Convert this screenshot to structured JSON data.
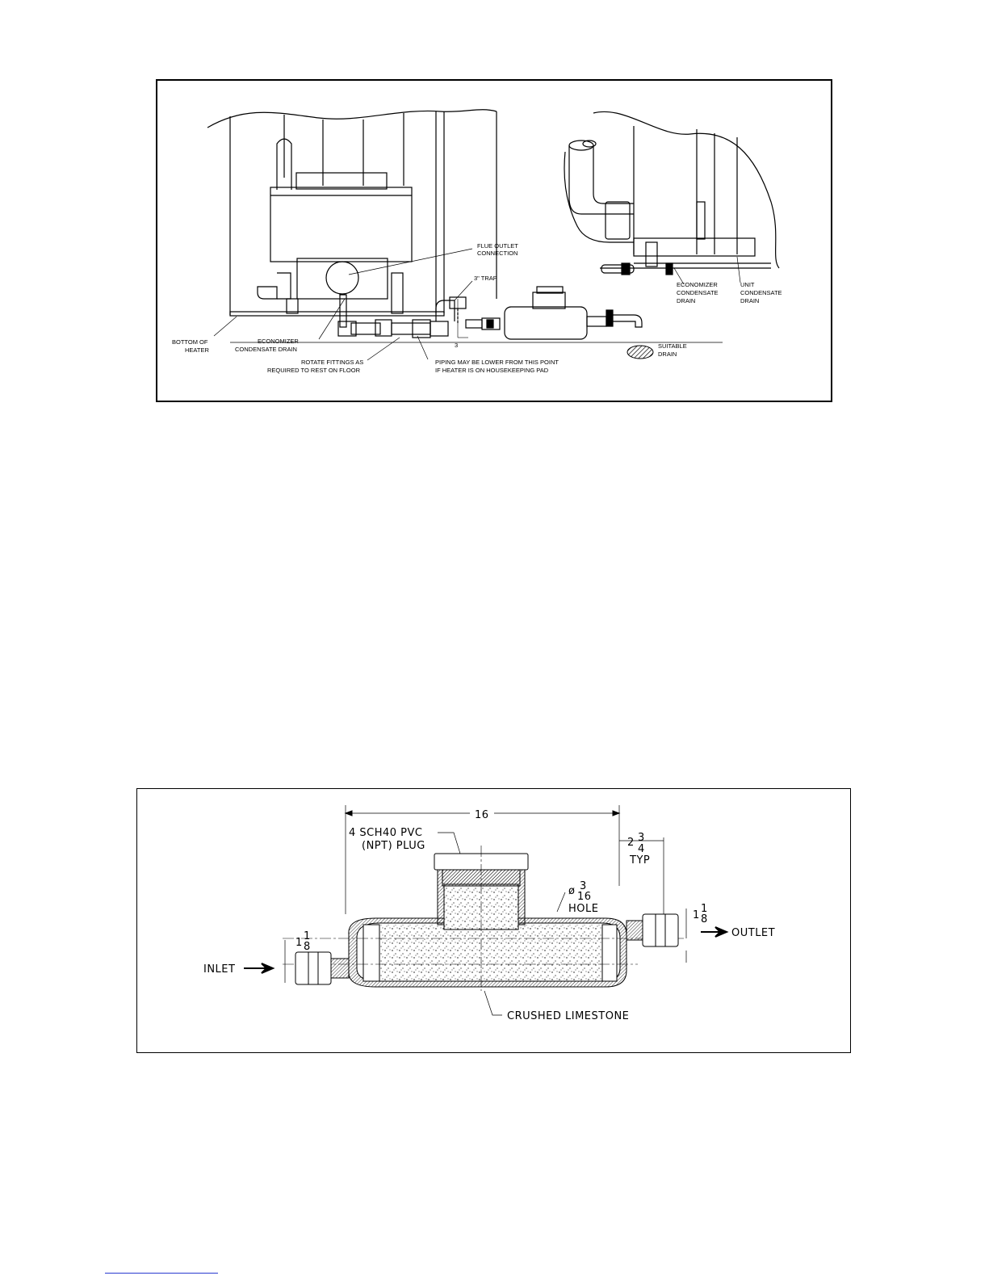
{
  "top_figure": {
    "labels": {
      "flue_outlet_1": "FLUE OUTLET",
      "flue_outlet_2": "CONNECTION",
      "trap": "3\" TRAP",
      "bottom_heater_1": "BOTTOM OF",
      "bottom_heater_2": "HEATER",
      "econ_drain_left_1": "ECONOMIZER",
      "econ_drain_left_2": "CONDENSATE DRAIN",
      "rotate_1": "ROTATE FITTINGS AS",
      "rotate_2": "REQUIRED TO REST ON FLOOR",
      "piping_1": "PIPING MAY BE LOWER FROM THIS POINT",
      "piping_2": "IF HEATER IS ON HOUSEKEEPING PAD",
      "dim_3": "3",
      "suitable_drain_1": "SUITABLE",
      "suitable_drain_2": "DRAIN",
      "econ_drain_right_1": "ECONOMIZER",
      "econ_drain_right_2": "CONDENSATE",
      "econ_drain_right_3": "DRAIN",
      "unit_drain_1": "UNIT",
      "unit_drain_2": "CONDENSATE",
      "unit_drain_3": "DRAIN"
    }
  },
  "bottom_figure": {
    "labels": {
      "dim_16": "16",
      "plug_1": "4 SCH40 PVC",
      "plug_2": "(NPT) PLUG",
      "dim_234_whole": "2",
      "dim_234_num": "3",
      "dim_234_den": "4",
      "typ": "TYP",
      "hole_sym": "ø",
      "hole_num": "3",
      "hole_den": "16",
      "hole": "HOLE",
      "dim_118_left_whole": "1",
      "dim_118_left_num": "1",
      "dim_118_left_den": "8",
      "dim_118_right_whole": "1",
      "dim_118_right_num": "1",
      "dim_118_right_den": "8",
      "inlet": "INLET",
      "outlet": "OUTLET",
      "limestone": "CRUSHED LIMESTONE"
    }
  }
}
